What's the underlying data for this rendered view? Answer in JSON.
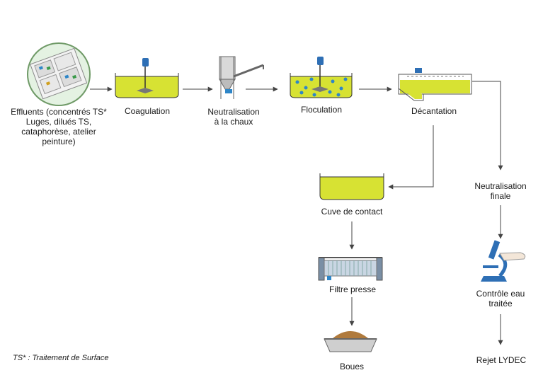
{
  "colors": {
    "liquid": "#d7e233",
    "tank_stroke": "#333333",
    "arrow": "#444444",
    "dots": "#2e86c8",
    "sludge": "#b07a3c"
  },
  "labels": {
    "effluents": "Effluents (concentrés TS* Luges, dilués TS, cataphorèse, atelier peinture)",
    "coagulation": "Coagulation",
    "neutralisation": "Neutralisation à la chaux",
    "floculation": "Floculation",
    "decantation": "Décantation",
    "cuve": "Cuve de contact",
    "filtre": "Filtre presse",
    "boues": "Boues",
    "neutralisation_finale": "Neutralisation finale",
    "controle": "Contrôle eau traitée",
    "rejet": "Rejet LYDEC"
  },
  "footnote": "TS* : Traitement de Surface",
  "icons": {
    "effluents": "factory-plan-icon",
    "coagulation": "mixer-tank-icon",
    "neutralisation": "lime-silo-icon",
    "floculation": "flocculation-tank-icon",
    "decantation": "settling-tank-icon",
    "cuve": "contact-tank-icon",
    "filtre": "filter-press-icon",
    "boues": "sludge-bin-icon",
    "controle": "microscope-icon"
  }
}
